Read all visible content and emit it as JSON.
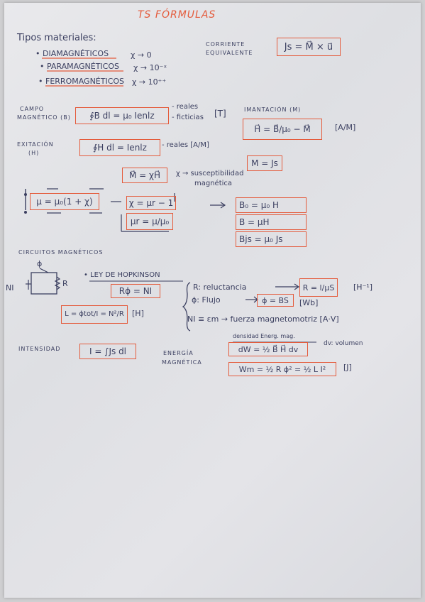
{
  "title": "TS FÓRMULAS",
  "materials": {
    "heading": "Tipos materiales:",
    "items": [
      {
        "name": "DIAMAGNÉTICOS",
        "formula": "χ → 0"
      },
      {
        "name": "PARAMAGNÉTICOS",
        "formula": "χ → 10⁻ˣ"
      },
      {
        "name": "FERROMAGNÉTICOS",
        "formula": "χ → 10⁺⁺"
      }
    ]
  },
  "corriente": {
    "label1": "CORRIENTE",
    "label2": "EQUIVALENTE",
    "formula": "Js = M⃗ × u⃗"
  },
  "campo": {
    "label1": "CAMPO",
    "label2": "MAGNÉTICO (B)",
    "formula": "∮B dl = μ₀ Ienlz",
    "note1": "- reales",
    "note2": "- ficticias",
    "unit": "[T]"
  },
  "imantacion": {
    "label": "IMANTACIÓN (M)",
    "formula": "H⃗ = B⃗/μ₀ − M⃗",
    "unit": "[A/M]",
    "formula2": "M = Js"
  },
  "excitacion": {
    "label1": "EXITACIÓN",
    "label2": "(H)",
    "formula": "∮H dl = Ienlz",
    "note": "- reales [A/M]"
  },
  "susceptibility": {
    "formula": "M⃗ = χH⃗",
    "note1": "χ → susceptibilidad",
    "note2": "magnética"
  },
  "relations": {
    "mu": "μ = μ₀(1 + χ)",
    "chi": "χ = μr − 1",
    "mur": "μr = μ/μ₀",
    "b_rows": [
      "B₀ = μ₀ H",
      "B = μH",
      "Bjs = μ₀ Js"
    ]
  },
  "circuitos": {
    "label": "CIRCUITOS MAGNÉTICOS",
    "phi": "ϕ",
    "ni": "NI",
    "r": "R",
    "ley": "• LEY DE HOPKINSON",
    "ley_formula": "Rϕ = NI",
    "l_formula": "L = ϕtot/I = N²/R",
    "l_unit": "[H]",
    "reluctancia": "R: reluctancia",
    "reluctancia_formula": "R = l/μS",
    "reluctancia_unit": "[H⁻¹]",
    "flujo": "ϕ: Flujo",
    "flujo_formula": "ϕ = BS",
    "flujo_unit": "[Wb]",
    "fuerza": "NI ≡ εm → fuerza magnetomotriz [A·V]"
  },
  "intensidad": {
    "label": "INTENSIDAD",
    "formula": "I = ∫Js dl"
  },
  "energia": {
    "label1": "ENERGÍA",
    "label2": "MAGNÉTICA",
    "note": "densidad Energ. mag.",
    "dw": "dW = ½ B⃗ H⃗ dv",
    "dv_note": "dv: volumen",
    "wm": "Wm = ½ R ϕ² = ½ L I²",
    "unit": "[J]"
  },
  "colors": {
    "ink": "#3b3f60",
    "red": "#e45b3c",
    "paper": "#e4e4e8"
  }
}
